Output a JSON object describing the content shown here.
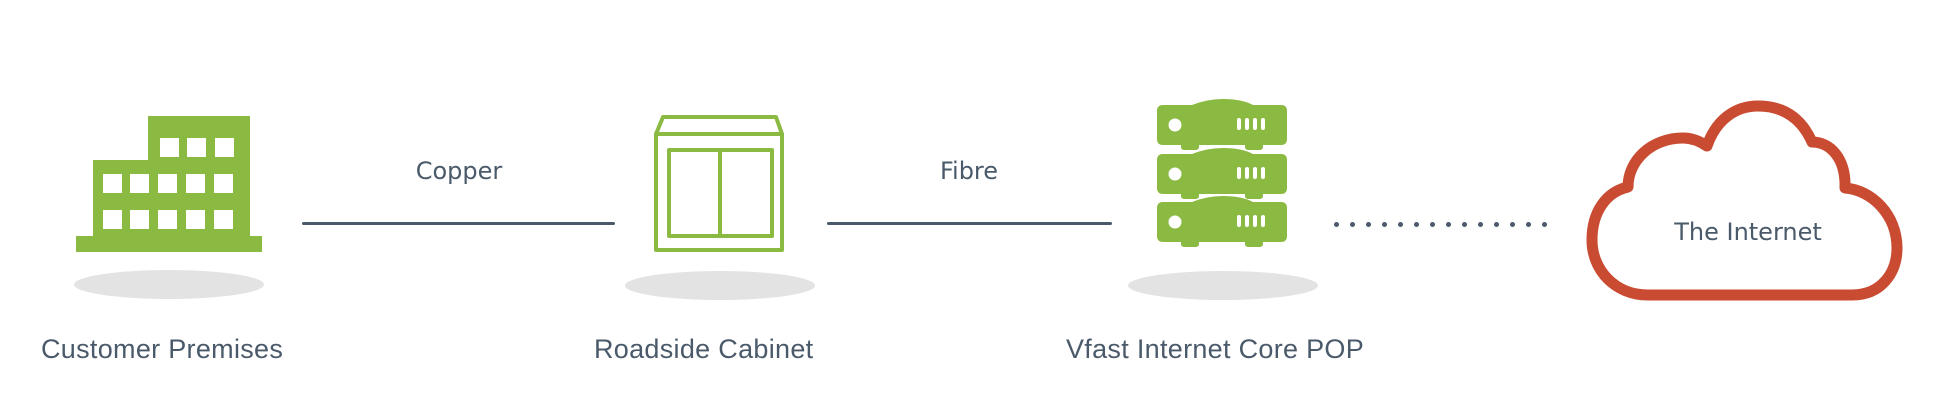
{
  "diagram": {
    "nodes": [
      {
        "id": "customer",
        "label": "Customer Premises",
        "icon": "building-icon"
      },
      {
        "id": "cabinet",
        "label": "Roadside Cabinet",
        "icon": "cabinet-icon"
      },
      {
        "id": "pop",
        "label": "Vfast Internet Core POP",
        "icon": "server-rack-icon"
      },
      {
        "id": "internet",
        "label": "The Internet",
        "icon": "cloud-icon"
      }
    ],
    "links": [
      {
        "from": "customer",
        "to": "cabinet",
        "label": "Copper",
        "style": "solid"
      },
      {
        "from": "cabinet",
        "to": "pop",
        "label": "Fibre",
        "style": "solid"
      },
      {
        "from": "pop",
        "to": "internet",
        "label": "",
        "style": "dotted"
      }
    ]
  },
  "colors": {
    "icon_green": "#8aba42",
    "cloud_red": "#c84b32",
    "text": "#4a5a6a",
    "shadow": "#e3e3e3"
  }
}
